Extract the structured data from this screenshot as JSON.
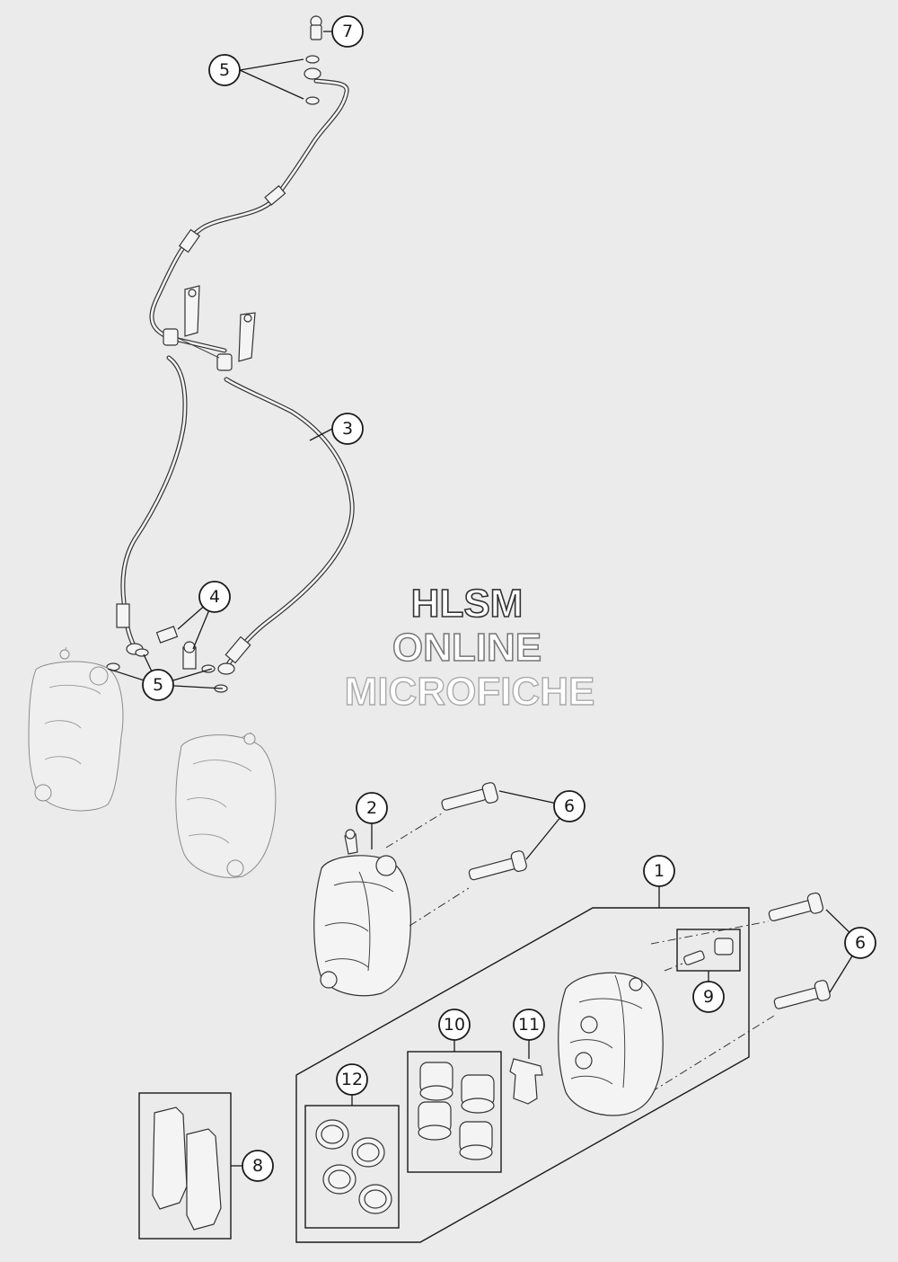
{
  "watermark": {
    "line1": "HLSM",
    "line2": "ONLINE",
    "line3": "MICROFICHE"
  },
  "callouts": [
    {
      "id": "c7",
      "label": "7"
    },
    {
      "id": "c5a",
      "label": "5"
    },
    {
      "id": "c3",
      "label": "3"
    },
    {
      "id": "c4",
      "label": "4"
    },
    {
      "id": "c5b",
      "label": "5"
    },
    {
      "id": "c2",
      "label": "2"
    },
    {
      "id": "c6a",
      "label": "6"
    },
    {
      "id": "c1",
      "label": "1"
    },
    {
      "id": "c6b",
      "label": "6"
    },
    {
      "id": "c9",
      "label": "9"
    },
    {
      "id": "c10",
      "label": "10"
    },
    {
      "id": "c11",
      "label": "11"
    },
    {
      "id": "c12",
      "label": "12"
    },
    {
      "id": "c8",
      "label": "8"
    }
  ]
}
